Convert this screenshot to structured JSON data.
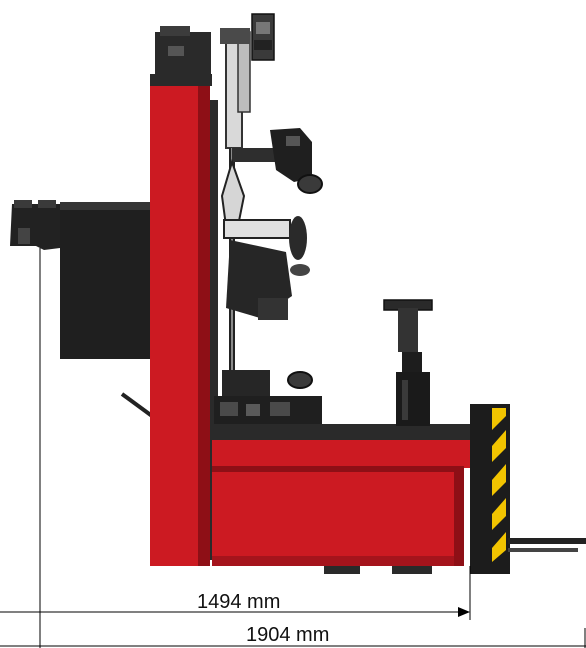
{
  "dimensions": {
    "short": {
      "value": 1494,
      "unit": "mm",
      "label": "1494 mm"
    },
    "long": {
      "value": 1904,
      "unit": "mm",
      "label": "1904 mm"
    }
  },
  "colors": {
    "body_red": "#cc1a22",
    "body_red_shadow": "#8e0f16",
    "machine_dark": "#1b1b1b",
    "machine_grey": "#6f6f6f",
    "hazard_yellow": "#f2c400",
    "line_black": "#000000"
  }
}
